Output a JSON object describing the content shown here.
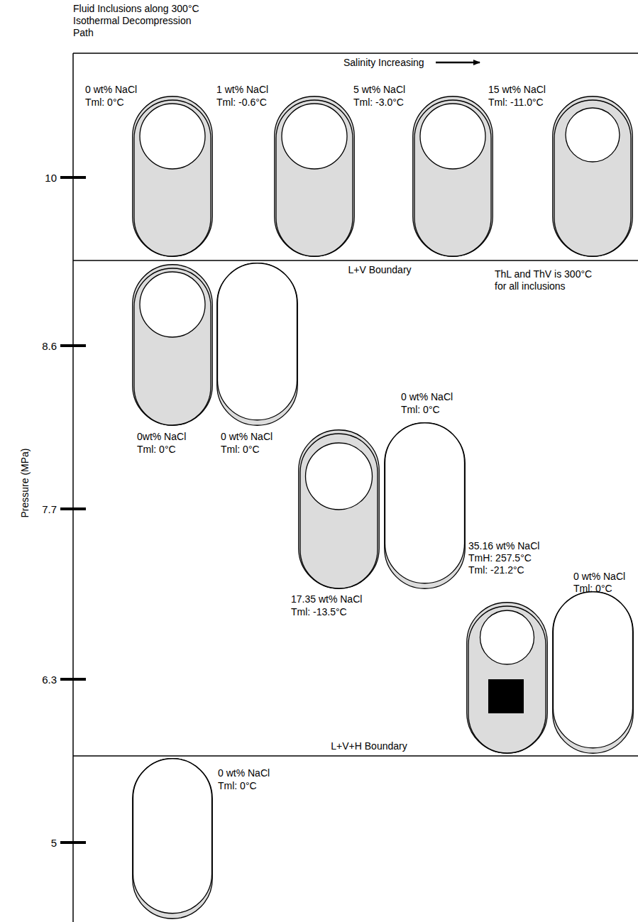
{
  "diagram": {
    "title": "Fluid Inclusions along 300°C Isothermal Decompression Path",
    "nodes": [
      {
        "text": [
          "0 wt% NaCl",
          "Tml: 0°C"
        ]
      },
      {
        "text": [
          "1 wt% NaCl",
          "Tml: -0.6°C"
        ]
      },
      {
        "text": [
          "5 wt% NaCl",
          "Tml: -3.0°C"
        ]
      },
      {
        "text": [
          "15 wt% NaCl",
          "Tml: -11.0°C"
        ]
      },
      {
        "text": [
          "0wt% NaCl",
          "Tml: 0°C"
        ]
      },
      {
        "text": [
          "0 wt% NaCl",
          "Tml: 0°C"
        ]
      },
      {
        "text": [
          "17.35 wt% NaCl",
          "Tml: -13.5°C"
        ]
      },
      {
        "text": [
          "0 wt% NaCl",
          "Tml: 0°C"
        ]
      },
      {
        "text": [
          "35.16 wt% NaCl",
          "TmH: 257.5°C",
          "Tml: -21.2°C"
        ]
      },
      {
        "text": [
          "0 wt% NaCl",
          "Tml: 0°C"
        ]
      },
      {
        "text": [
          "0 wt% NaCl",
          "Tml: 0°C"
        ]
      }
    ],
    "labels": [
      "Salinity Increasing",
      "Pressure (MPa)",
      "10",
      "8.6",
      "7.7",
      "6.3",
      "5",
      "L+V Boundary",
      "ThL and ThV is 300°C for all inclusions",
      "L+V+H Boundary"
    ]
  }
}
